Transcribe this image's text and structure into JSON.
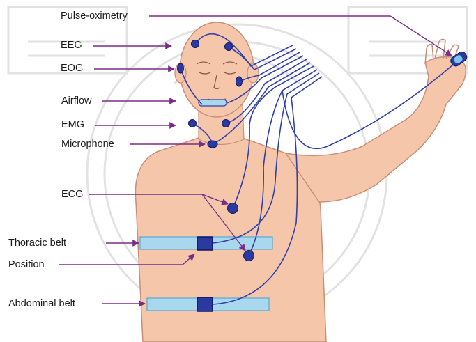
{
  "labels": {
    "pulse_oximetry": "Pulse-oximetry",
    "eeg": "EEG",
    "eog": "EOG",
    "airflow": "Airflow",
    "emg": "EMG",
    "microphone": "Microphone",
    "ecg": "ECG",
    "thoracic_belt": "Thoracic belt",
    "position": "Position",
    "abdominal_belt": "Abdominal belt"
  },
  "colors": {
    "skin": "#f6c6ab",
    "skin_outline": "#c98e77",
    "sensor": "#2a3aa0",
    "lead_wire": "#3040a8",
    "pointer_line": "#7a2d86",
    "belt": "#a9d8ee",
    "belt_outline": "#5aa9d0",
    "watermark": "#d6d6d6"
  }
}
